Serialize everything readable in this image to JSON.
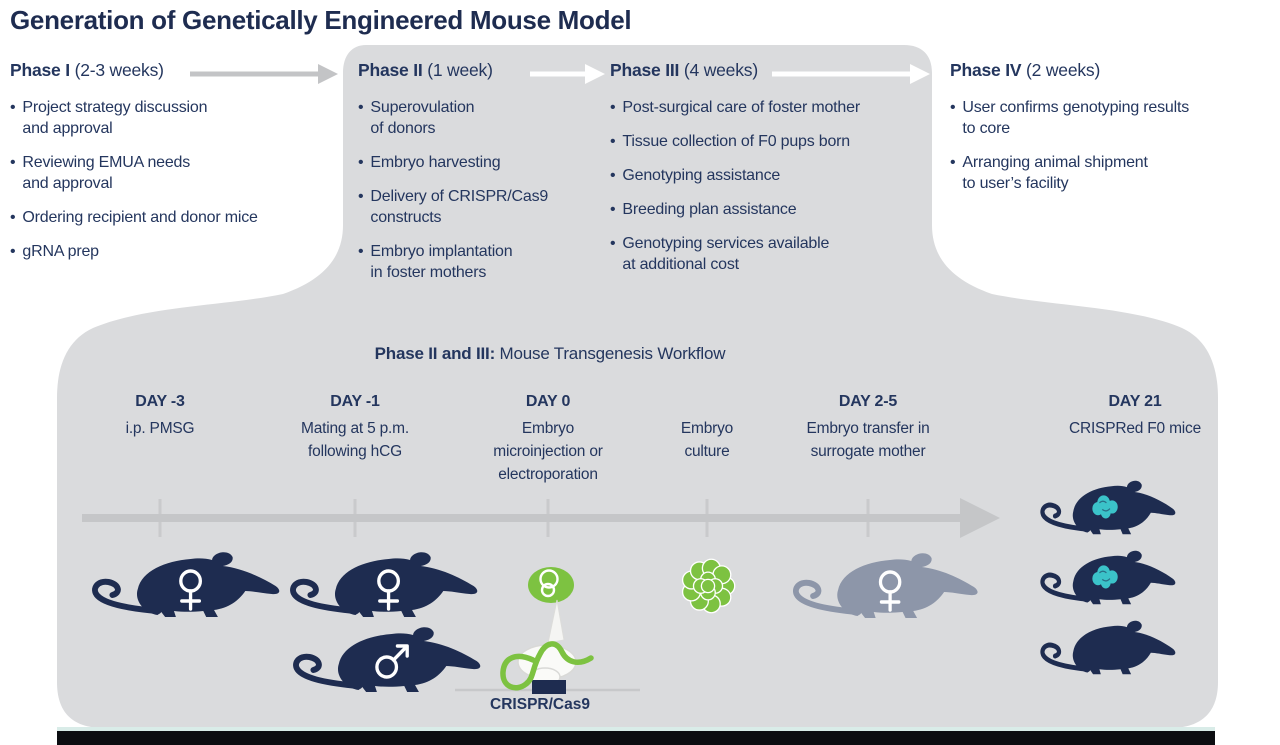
{
  "title": "Generation of Genetically Engineered Mouse Model",
  "phases": [
    {
      "name": "Phase I",
      "duration": "(2-3 weeks)",
      "bullets": [
        [
          "Project strategy discussion",
          "and approval"
        ],
        [
          "Reviewing EMUA needs",
          "and approval"
        ],
        [
          "Ordering recipient and donor mice"
        ],
        [
          "gRNA prep"
        ]
      ]
    },
    {
      "name": "Phase II",
      "duration": "(1 week)",
      "bullets": [
        [
          "Superovulation",
          "of donors"
        ],
        [
          "Embryo harvesting"
        ],
        [
          "Delivery of CRISPR/Cas9",
          "constructs"
        ],
        [
          "Embryo implantation",
          "in foster mothers"
        ]
      ]
    },
    {
      "name": "Phase III",
      "duration": "(4 weeks)",
      "bullets": [
        [
          "Post-surgical care of foster mother"
        ],
        [
          "Tissue collection of F0 pups born"
        ],
        [
          "Genotyping assistance"
        ],
        [
          "Breeding plan assistance"
        ],
        [
          "Genotyping services available",
          "at additional cost"
        ]
      ]
    },
    {
      "name": "Phase IV",
      "duration": "(2 weeks)",
      "bullets": [
        [
          "User confirms genotyping results",
          "to core"
        ],
        [
          "Arranging animal shipment",
          "to user’s facility"
        ]
      ]
    }
  ],
  "workflow": {
    "heading_bold": "Phase II and III:",
    "heading_rest": " Mouse Transgenesis Workflow",
    "steps": [
      {
        "day": "DAY -3",
        "lines": [
          "i.p. PMSG"
        ],
        "icon": "female-mouse-icon"
      },
      {
        "day": "DAY -1",
        "lines": [
          "Mating at 5 p.m.",
          "following hCG"
        ],
        "icon": "female-male-mouse-pair-icon"
      },
      {
        "day": "DAY 0",
        "lines": [
          "Embryo",
          "microinjection or",
          "electroporation"
        ],
        "icon": "embryo-microinjection-icon"
      },
      {
        "day": "",
        "lines": [
          "Embryo",
          "culture"
        ],
        "icon": "embryo-cluster-icon"
      },
      {
        "day": "DAY 2-5",
        "lines": [
          "Embryo transfer in",
          "surrogate mother"
        ],
        "icon": "surrogate-female-mouse-icon"
      },
      {
        "day": "DAY 21",
        "lines": [
          "CRISPRed F0 mice"
        ],
        "icon": "crispred-mice-stack-icon"
      }
    ],
    "crispr_label": "CRISPR/Cas9"
  },
  "colors": {
    "navy": "#1e2c50",
    "text_navy": "#24365e",
    "blob_gray": "#dadbdd",
    "arrow_gray": "#c5c6c8",
    "tick_gray": "#c9cacc",
    "green": "#7dc241",
    "teal": "#3bc3c9",
    "mouse_gray": "#8d96a9",
    "white": "#ffffff",
    "bottom_bar": "#0c0d11",
    "mint_line": "#d9ece8"
  }
}
